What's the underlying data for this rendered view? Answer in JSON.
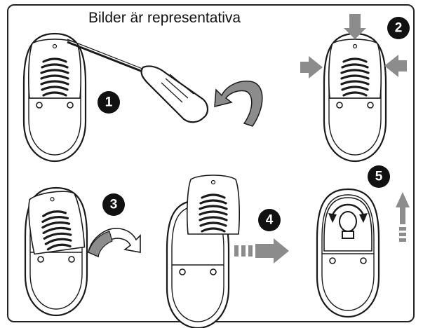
{
  "caption": "Bilder är representativa",
  "steps": [
    {
      "label": "1",
      "action": "screwdriver-turn"
    },
    {
      "label": "2",
      "action": "press-sides"
    },
    {
      "label": "3",
      "action": "swing-cover"
    },
    {
      "label": "4",
      "action": "slide-out"
    },
    {
      "label": "5",
      "action": "lift-up"
    }
  ],
  "colors": {
    "outline": "#1a1a1a",
    "arrow": "#8c8c8c",
    "badge": "#111111",
    "badge_text": "#ffffff",
    "background": "#ffffff"
  }
}
